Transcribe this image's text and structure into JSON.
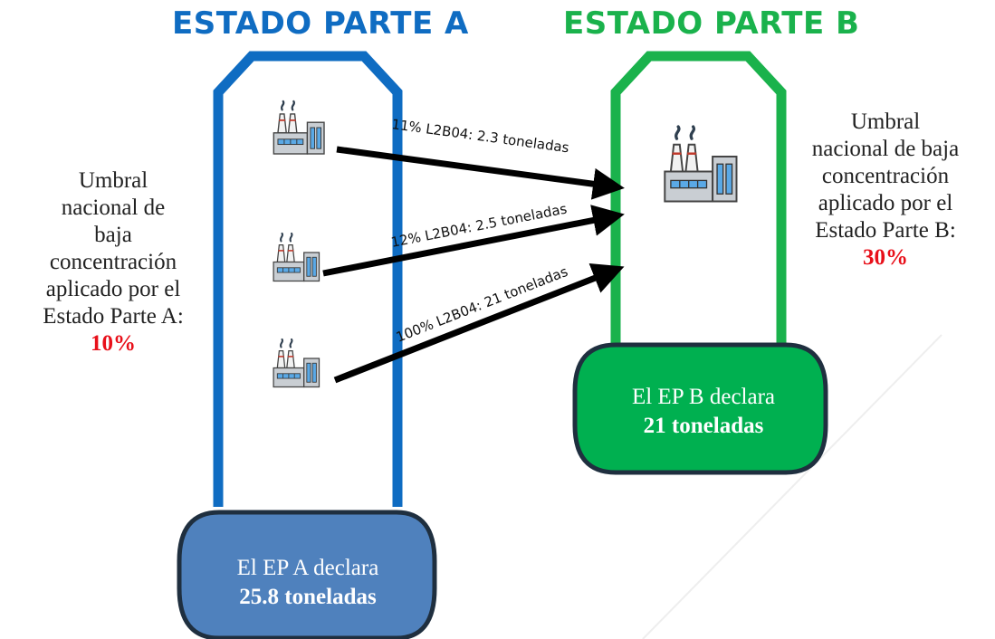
{
  "state_a": {
    "title": "ESTADO PARTE A",
    "color": "#0f6cc2",
    "threshold_lines": [
      "Umbral",
      "nacional de",
      "baja",
      "concentración",
      "aplicado por el",
      "Estado Parte A:"
    ],
    "threshold_value": "10%",
    "declares_label": "El EP A declara",
    "declares_amount": "25.8 toneladas",
    "base_color": "#4f81bd"
  },
  "state_b": {
    "title": "ESTADO PARTE B",
    "color": "#1ab24c",
    "threshold_lines": [
      "Umbral",
      "nacional de baja",
      "concentración",
      "aplicado por el",
      "Estado Parte B:"
    ],
    "threshold_value": "30%",
    "declares_label": "El EP B declara",
    "declares_amount": "21 toneladas",
    "base_color": "#00b050"
  },
  "transfers": [
    {
      "label": "11% L2B04: 2.3 toneladas"
    },
    {
      "label": "12% L2B04: 2.5 toneladas"
    },
    {
      "label": "100% L2B04: 21 toneladas"
    }
  ],
  "icons": {
    "factory": "factory-icon"
  },
  "colors": {
    "threshold_value": "#e8101a",
    "arrow": "#000000"
  }
}
